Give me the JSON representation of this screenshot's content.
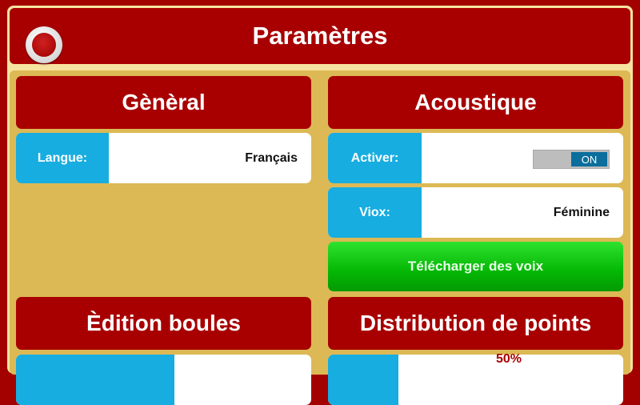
{
  "header": {
    "title": "Paramètres",
    "close_icon": "close-icon"
  },
  "general": {
    "title": "Gènèral",
    "language_label": "Langue:",
    "language_value": "Français"
  },
  "acoustic": {
    "title": "Acoustique",
    "enable_label": "Activer:",
    "enable_value": "ON",
    "voice_label": "Viox:",
    "voice_value": "Féminine",
    "download_button": "Télécharger des voix"
  },
  "balls": {
    "title": "Èdition boules"
  },
  "points": {
    "title": "Distribution de points",
    "percent": "50%"
  },
  "colors": {
    "red": "#a80000",
    "blue": "#17ade0",
    "green": "#05b705",
    "gold": "#dcb955"
  }
}
